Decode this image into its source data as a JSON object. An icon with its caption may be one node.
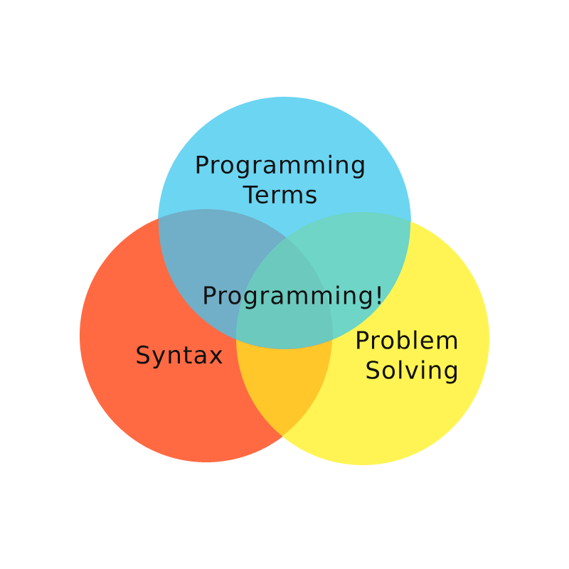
{
  "diagram": {
    "nodes": [
      {
        "text": [
          "Programming Terms"
        ]
      },
      {
        "text": [
          "Syntax"
        ]
      },
      {
        "text": [
          "Problem Solving"
        ]
      }
    ],
    "labels": [
      "Programming!"
    ]
  }
}
